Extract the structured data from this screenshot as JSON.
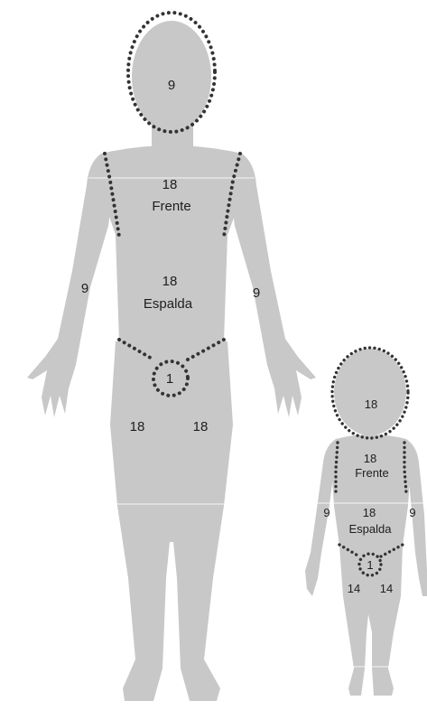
{
  "adult": {
    "head": "9",
    "chest_value": "18",
    "chest_label": "Frente",
    "back_value": "18",
    "back_label": "Espalda",
    "arm_left": "9",
    "arm_right": "9",
    "genital": "1",
    "leg_left": "18",
    "leg_right": "18"
  },
  "child": {
    "head": "18",
    "chest_value": "18",
    "chest_label": "Frente",
    "back_value": "18",
    "back_label": "Espalda",
    "arm_left": "9",
    "arm_right": "9",
    "genital": "1",
    "leg_left": "14",
    "leg_right": "14"
  },
  "colors": {
    "body": "#c8c8c8",
    "outline": "#333333",
    "text": "#1e1e1e"
  }
}
